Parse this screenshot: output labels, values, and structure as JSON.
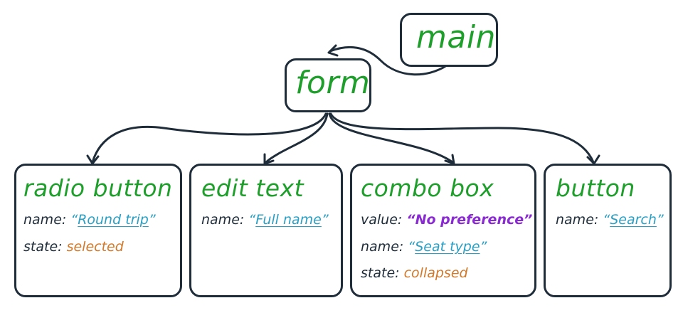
{
  "root": {
    "label": "main"
  },
  "form": {
    "label": "form"
  },
  "nodes": [
    {
      "title": "radio button",
      "props": [
        {
          "key": "name:",
          "value": "Round trip",
          "kind": "link"
        },
        {
          "key": "state:",
          "value": "selected",
          "kind": "state"
        }
      ]
    },
    {
      "title": "edit text",
      "props": [
        {
          "key": "name:",
          "value": "Full name",
          "kind": "link"
        }
      ]
    },
    {
      "title": "combo box",
      "props": [
        {
          "key": "value:",
          "value": "No preference",
          "kind": "bold"
        },
        {
          "key": "name:",
          "value": "Seat type",
          "kind": "link"
        },
        {
          "key": "state:",
          "value": "collapsed",
          "kind": "state"
        }
      ]
    },
    {
      "title": "button",
      "props": [
        {
          "key": "name:",
          "value": "Search",
          "kind": "link"
        }
      ]
    }
  ],
  "colors": {
    "title": "#1e9e2a",
    "stroke": "#1f2d3a",
    "link": "#2a9fc4",
    "state": "#d2782a",
    "bold_value": "#8a2ad2"
  }
}
